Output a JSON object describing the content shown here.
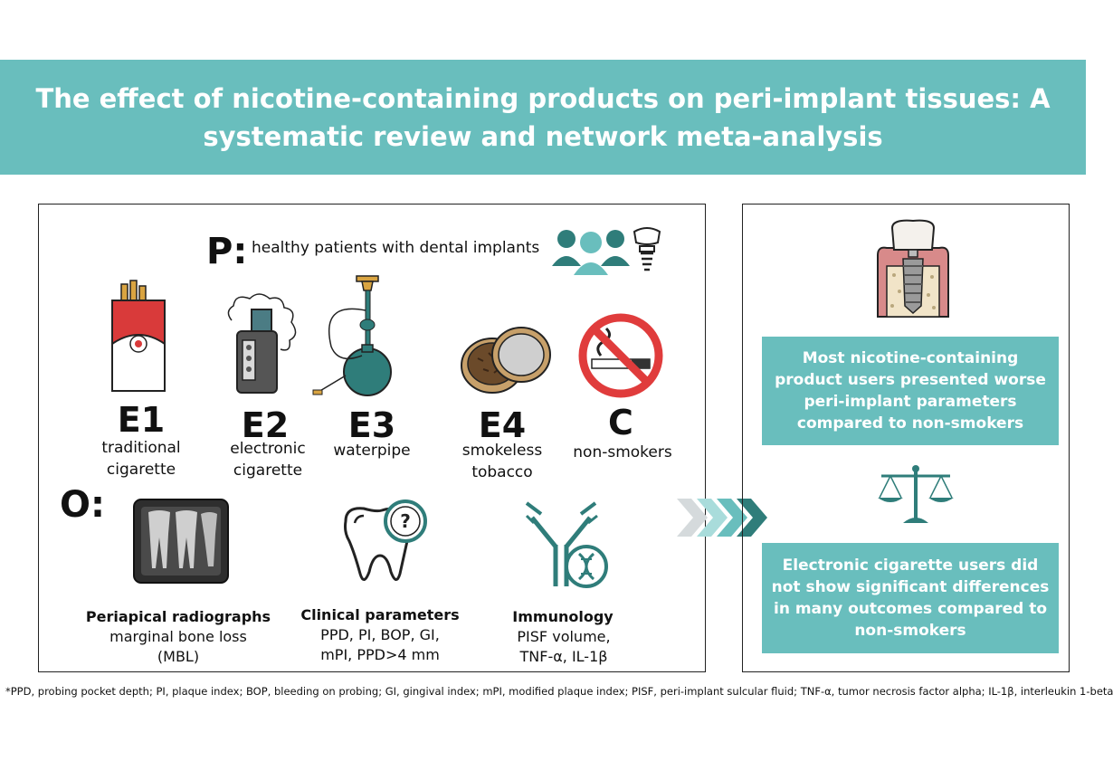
{
  "title": "The effect of nicotine-containing products on peri-implant tissues: A systematic review and network meta-analysis",
  "population": {
    "letter": "P:",
    "text": "healthy patients with dental implants",
    "icons": [
      "people-group-icon",
      "dental-implant-icon"
    ]
  },
  "exposures": [
    {
      "code": "E1",
      "label": "traditional cigarette",
      "icon": "cigarette-pack-icon"
    },
    {
      "code": "E2",
      "label": "electronic cigarette",
      "icon": "vape-device-icon"
    },
    {
      "code": "E3",
      "label": "waterpipe",
      "icon": "hookah-icon"
    },
    {
      "code": "E4",
      "label": "smokeless tobacco",
      "icon": "tobacco-tin-icon"
    },
    {
      "code": "C",
      "label": "non-smokers",
      "icon": "no-smoking-icon"
    }
  ],
  "outcomes": {
    "letter": "O:",
    "items": [
      {
        "title": "Periapical radiographs",
        "desc": "marginal bone loss (MBL)",
        "icon": "radiograph-icon"
      },
      {
        "title": "Clinical parameters",
        "desc": "PPD, PI, BOP, GI, mPI, PPD>4 mm",
        "icon": "tooth-question-icon"
      },
      {
        "title": "Immunology",
        "desc": "PISF volume, TNF-α, IL-1β",
        "icon": "antibody-dna-icon"
      }
    ]
  },
  "findings": [
    {
      "text": "Most nicotine-containing product users presented worse peri-implant parameters compared to non-smokers",
      "icon": "implant-in-bone-icon"
    },
    {
      "text": "Electronic cigarette users did not show significant differences in many outcomes compared to non-smokers",
      "icon": "balance-scale-icon"
    }
  ],
  "arrow_icon": "chevron-arrows-icon",
  "colors": {
    "teal": "#69bebd",
    "dark_teal": "#2f7d7a",
    "slate": "#4b7c84",
    "red": "#e03c3c"
  },
  "footnote": "*PPD, probing pocket depth; PI, plaque index; BOP, bleeding on probing; GI, gingival index; mPI, modified plaque index; PISF, peri-implant sulcular fluid; TNF-α, tumor necrosis factor alpha; IL-1β, interleukin 1-beta"
}
